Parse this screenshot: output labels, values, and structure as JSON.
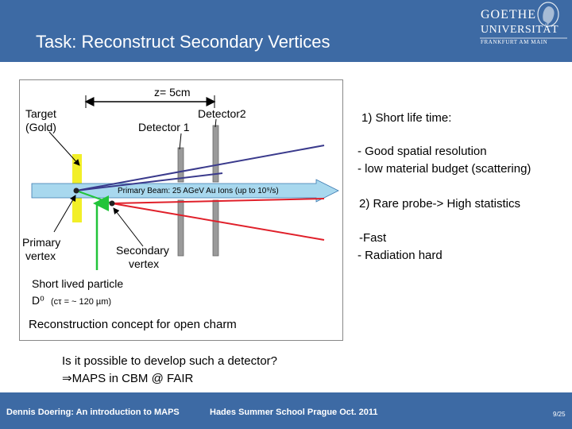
{
  "header": {
    "title": "Task: Reconstruct Secondary Vertices",
    "logo_line1": "GOETHE",
    "logo_line2": "UNIVERSITÄT",
    "logo_line3": "FRANKFURT AM MAIN"
  },
  "diagram": {
    "z_label": "z= 5cm",
    "target_label_line1": "Target",
    "target_label_line2": "(Gold)",
    "detector1_label": "Detector 1",
    "detector2_label": "Detector2",
    "beam_label": "Primary Beam: 25 AGeV Au Ions (up to 10⁹/s)",
    "primary_vertex_line1": "Primary",
    "primary_vertex_line2": "vertex",
    "secondary_vertex_line1": "Secondary",
    "secondary_vertex_line2": "vertex",
    "short_lived_particle": "Short lived particle",
    "d0_label": "D⁰",
    "d0_ctau": "(cτ = ~ 120 µm)",
    "reconstruction_caption": "Reconstruction concept for open charm"
  },
  "requirements": {
    "item1": "1) Short life time:",
    "item1_a": "- Good spatial resolution",
    "item1_b": "- low material budget (scattering)",
    "item2": "2) Rare probe-> High statistics",
    "item2_a": "-Fast",
    "item2_b": "- Radiation hard"
  },
  "question": {
    "line1": "Is it possible to develop such a detector?",
    "line2_symbol": "⇒",
    "line2": "MAPS in CBM @ FAIR"
  },
  "footer": {
    "left": "Dennis Doering: An introduction to MAPS",
    "middle": "Hades Summer School Prague Oct. 2011",
    "page": "9/25"
  },
  "colors": {
    "brand_blue": "#3d6aa4",
    "beam_fill": "#a8d8ee",
    "target_yellow": "#f2ef28",
    "track_blue": "#3a3a8c",
    "track_red": "#e0202a",
    "track_green": "#22c43a",
    "detector_gray": "#9a9a9a"
  }
}
